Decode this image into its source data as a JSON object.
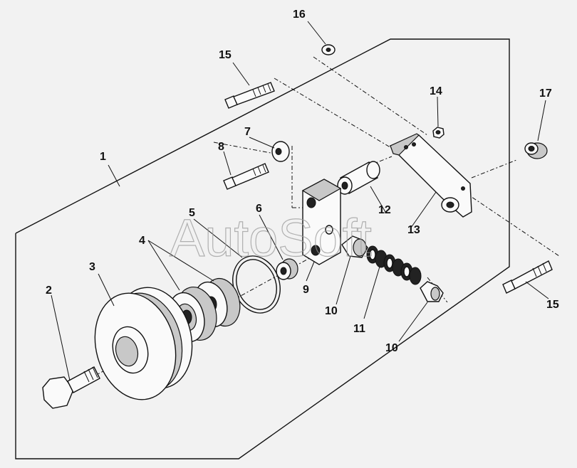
{
  "watermark": "AutoSoft",
  "callouts": {
    "c1": "1",
    "c2": "2",
    "c3": "3",
    "c4": "4",
    "c5": "5",
    "c6": "6",
    "c7": "7",
    "c8": "8",
    "c9": "9",
    "c10a": "10",
    "c10b": "10",
    "c11": "11",
    "c12": "12",
    "c13": "13",
    "c14": "14",
    "c15a": "15",
    "c15b": "15",
    "c16": "16",
    "c17": "17"
  }
}
